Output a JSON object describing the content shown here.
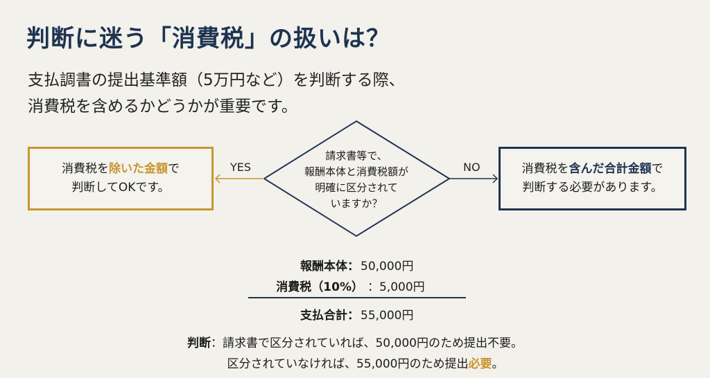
{
  "title": "判断に迷う「消費税」の扱いは？",
  "subtitle": [
    "支払調書の提出基準額（5万円など）を判断する際、",
    "消費税を含めるかどうかが重要です。"
  ],
  "decision": {
    "question": [
      "請求書等で、",
      "報酬本体と消費税額が",
      "明確に区分されて",
      "いますか？"
    ],
    "yes_label": "YES",
    "no_label": "NO"
  },
  "yes_box": {
    "pre": "消費税を",
    "highlight": "除いた金額",
    "post": "で",
    "line2": "判断してOKです。"
  },
  "no_box": {
    "pre": "消費税を",
    "highlight": "含んだ合計金額",
    "post": "で",
    "line2": "判断する必要があります。"
  },
  "calc": {
    "base_label": "報酬本体",
    "base_value": "50,000円",
    "tax_label": "消費税（10%）",
    "tax_value": "5,000円",
    "total_label": "支払合計",
    "total_value": "55,000円",
    "sep": "：",
    "sep_wide": "：",
    "total_sep": "："
  },
  "judgment": {
    "label": "判断",
    "sep": "：",
    "line1": "請求書で区分されていれば、50,000円のため提出不要。",
    "line2_pre": "区分されていなければ、55,000円のため提出",
    "line2_highlight": "必要",
    "line2_post": "。"
  },
  "colors": {
    "navy": "#1f3350",
    "gold": "#c9952f",
    "background": "#f2f1ec"
  }
}
